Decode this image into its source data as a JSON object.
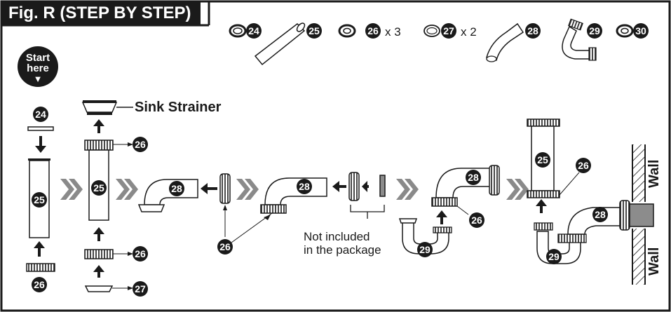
{
  "header": {
    "title": "Fig. R (STEP BY STEP)"
  },
  "start_badge": {
    "line1": "Start",
    "line2": "here"
  },
  "parts_row": [
    {
      "num": "24",
      "qty": ""
    },
    {
      "num": "25",
      "qty": ""
    },
    {
      "num": "26",
      "qty": "x 3"
    },
    {
      "num": "27",
      "qty": "x 2"
    },
    {
      "num": "28",
      "qty": ""
    },
    {
      "num": "29",
      "qty": ""
    },
    {
      "num": "30",
      "qty": ""
    }
  ],
  "labels": {
    "sink_strainer": "Sink Strainer",
    "not_included": "Not included\nin the package",
    "wall_top": "Wall",
    "wall_bottom": "Wall"
  },
  "step_numbers": {
    "s1_top": "24",
    "s1_tube": "25",
    "s1_bottom": "26",
    "s2_top": "26",
    "s2_tube": "25",
    "s2_mid": "26",
    "s2_bottom": "27",
    "s3_elbow": "28",
    "s3_nut": "26",
    "s4_elbow": "28",
    "s5_elbow": "28",
    "s5_nut": "26",
    "s5_trap": "29",
    "s6_tube": "25",
    "s6_nut": "26",
    "s6_elbow": "28",
    "s6_trap": "29"
  },
  "colors": {
    "ink": "#1a1a1a",
    "arrow_gray": "#8a8a8a",
    "nut_gray": "#9a9a9a",
    "wall_block": "#8c8c8c"
  }
}
